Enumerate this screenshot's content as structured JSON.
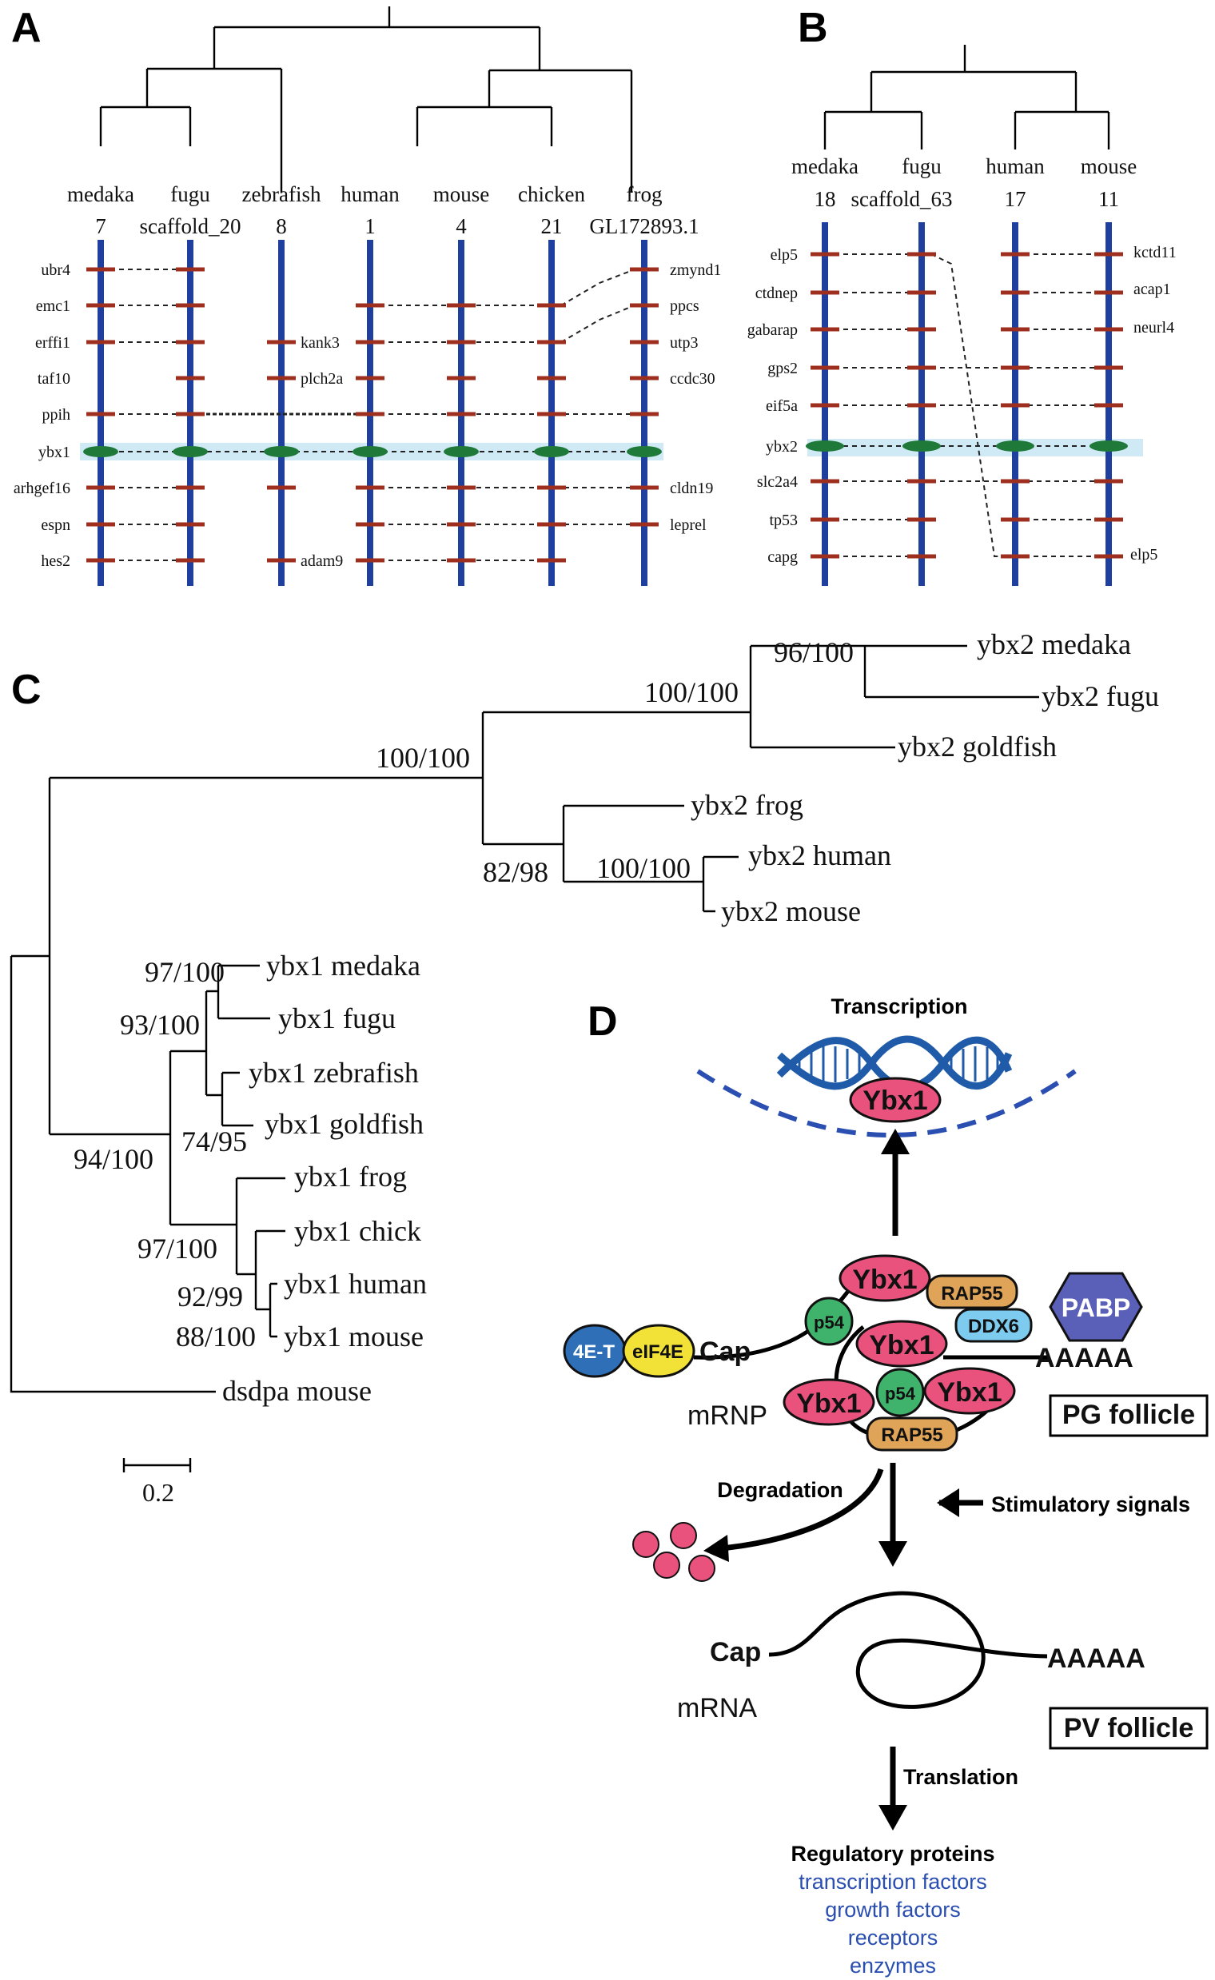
{
  "panels": {
    "a": "A",
    "b": "B",
    "c": "C",
    "d": "D"
  },
  "panel_a": {
    "species": [
      "medaka",
      "fugu",
      "zebrafish",
      "human",
      "mouse",
      "chicken",
      "frog"
    ],
    "chromosomes": [
      "7",
      "scaffold_20",
      "8",
      "1",
      "4",
      "21",
      "GL172893.1"
    ],
    "left_genes": [
      "ubr4",
      "emc1",
      "erffi1",
      "taf10",
      "ppih",
      "ybx1",
      "arhgef16",
      "espn",
      "hes2"
    ],
    "inner_genes": [
      "kank3",
      "plch2a",
      "adam9"
    ],
    "right_genes": [
      "zmynd1",
      "ppcs",
      "utp3",
      "ccdc30",
      "cldn19",
      "leprel"
    ]
  },
  "panel_b": {
    "species": [
      "medaka",
      "fugu",
      "human",
      "mouse"
    ],
    "chromosomes": [
      "18",
      "scaffold_63",
      "17",
      "11"
    ],
    "left_genes": [
      "elp5",
      "ctdnep",
      "gabarap",
      "gps2",
      "eif5a",
      "ybx2",
      "slc2a4",
      "tp53",
      "capg"
    ],
    "right_genes": [
      "kctd11",
      "acap1",
      "neurl4",
      "elp5"
    ]
  },
  "panel_c": {
    "bootstraps": [
      "96/100",
      "100/100",
      "100/100",
      "82/98",
      "100/100",
      "97/100",
      "93/100",
      "74/95",
      "94/100",
      "97/100",
      "92/99",
      "88/100"
    ],
    "leaves": [
      "ybx2 medaka",
      "ybx2 fugu",
      "ybx2 goldfish",
      "ybx2 frog",
      "ybx2 human",
      "ybx2 mouse",
      "ybx1 medaka",
      "ybx1 fugu",
      "ybx1 zebrafish",
      "ybx1 goldfish",
      "ybx1 frog",
      "ybx1 chick",
      "ybx1 human",
      "ybx1 mouse",
      "dsdpa mouse"
    ],
    "scale": "0.2"
  },
  "panel_d": {
    "transcription": "Transcription",
    "ybx1": "Ybx1",
    "rap55": "RAP55",
    "pabp": "PABP",
    "ddx6": "DDX6",
    "p54": "p54",
    "four_et": "4E-T",
    "eif4e": "eIF4E",
    "cap": "Cap",
    "poly_a": "AAAAA",
    "mrnp": "mRNP",
    "pg_follicle": "PG follicle",
    "degradation": "Degradation",
    "stimulatory": "Stimulatory signals",
    "mrna": "mRNA",
    "pv_follicle": "PV follicle",
    "translation": "Translation",
    "regulatory": "Regulatory proteins",
    "targets": [
      "transcription factors",
      "growth factors",
      "receptors",
      "enzymes"
    ]
  },
  "colors": {
    "chromosome": "#1f3f9e",
    "gene": "#9e2f1f",
    "ybx_oval": "#1f7a3a",
    "highlight": "#cfe9f5",
    "ybx1_protein": "#e8527d",
    "rap55": "#e0a458",
    "p54": "#3fb36b",
    "ddx6": "#7ecbf0",
    "pabp": "#5a5fb8",
    "four_et": "#2e6fb8",
    "eif4e": "#f2e238",
    "dna": "#1f5ba8",
    "targets": "#2a4fb0"
  }
}
